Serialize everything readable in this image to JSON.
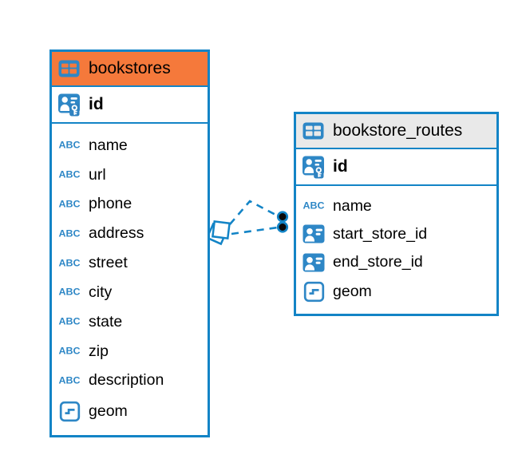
{
  "diagram": {
    "kind": "entity-relationship",
    "colors": {
      "accent_blue": "#1384c6",
      "icon_blue": "#2e87c6",
      "selected_header_orange": "#f5793b",
      "header_gray": "#e9e9e9",
      "text": "#000000",
      "dot_fill": "#0a0a0a",
      "background": "#ffffff"
    },
    "tables": [
      {
        "title": "bookstores",
        "icon": "table-icon",
        "header_bg": "#f5793b",
        "highlighted": true,
        "primary_key": {
          "label": "id",
          "icon": "primary-key-icon"
        },
        "columns": [
          {
            "label": "name",
            "icon": "text-icon"
          },
          {
            "label": "url",
            "icon": "text-icon"
          },
          {
            "label": "phone",
            "icon": "text-icon"
          },
          {
            "label": "address",
            "icon": "text-icon"
          },
          {
            "label": "street",
            "icon": "text-icon"
          },
          {
            "label": "city",
            "icon": "text-icon"
          },
          {
            "label": "state",
            "icon": "text-icon"
          },
          {
            "label": "zip",
            "icon": "text-icon"
          },
          {
            "label": "description",
            "icon": "text-icon"
          },
          {
            "label": "geom",
            "icon": "geometry-icon"
          }
        ]
      },
      {
        "title": "bookstore_routes",
        "icon": "table-icon",
        "header_bg": "#e9e9e9",
        "highlighted": false,
        "primary_key": {
          "label": "id",
          "icon": "primary-key-icon"
        },
        "columns": [
          {
            "label": "name",
            "icon": "text-icon"
          },
          {
            "label": "start_store_id",
            "icon": "reference-icon"
          },
          {
            "label": "end_store_id",
            "icon": "reference-icon"
          },
          {
            "label": "geom",
            "icon": "geometry-icon"
          }
        ]
      }
    ],
    "relation": {
      "from_table": "bookstore_routes",
      "to_table": "bookstores",
      "line_style": "dashed",
      "line_count": 2,
      "source_marker": "diamond-stack",
      "target_marker": "filled-dots"
    }
  }
}
